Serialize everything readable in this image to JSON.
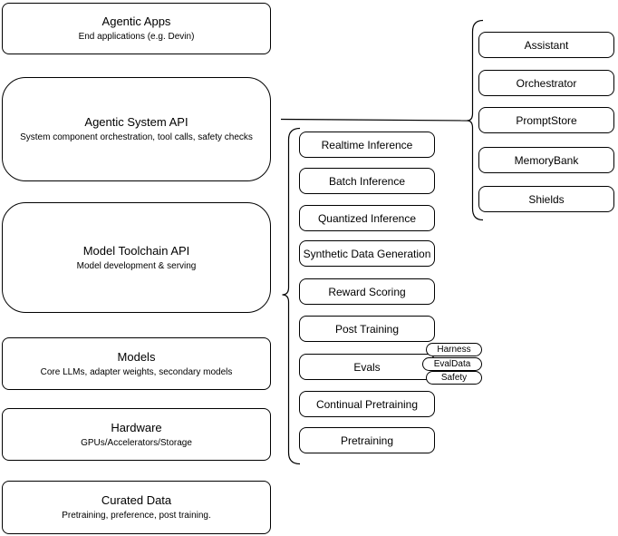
{
  "diagram": {
    "colors": {
      "stroke": "#000000",
      "background": "#ffffff"
    },
    "left_stack": [
      {
        "title": "Agentic Apps",
        "subtitle": "End applications (e.g. Devin)"
      },
      {
        "title": "Agentic System API",
        "subtitle": "System component orchestration, tool calls, safety checks"
      },
      {
        "title": "Model Toolchain API",
        "subtitle": "Model development & serving"
      },
      {
        "title": "Models",
        "subtitle": "Core LLMs, adapter weights, secondary models"
      },
      {
        "title": "Hardware",
        "subtitle": "GPUs/Accelerators/Storage"
      },
      {
        "title": "Curated Data",
        "subtitle": "Pretraining, preference, post training."
      }
    ],
    "toolchain_group": {
      "items": [
        {
          "label": "Realtime Inference"
        },
        {
          "label": "Batch Inference"
        },
        {
          "label": "Quantized Inference"
        },
        {
          "label": "Synthetic Data Generation"
        },
        {
          "label": "Reward Scoring"
        },
        {
          "label": "Post Training"
        },
        {
          "label": "Evals"
        },
        {
          "label": "Continual Pretraining"
        },
        {
          "label": "Pretraining"
        }
      ]
    },
    "evals_tags": [
      {
        "label": "Harness"
      },
      {
        "label": "EvalData"
      },
      {
        "label": "Safety"
      }
    ],
    "agentic_group": {
      "items": [
        {
          "label": "Assistant"
        },
        {
          "label": "Orchestrator"
        },
        {
          "label": "PromptStore"
        },
        {
          "label": "MemoryBank"
        },
        {
          "label": "Shields"
        }
      ]
    }
  }
}
